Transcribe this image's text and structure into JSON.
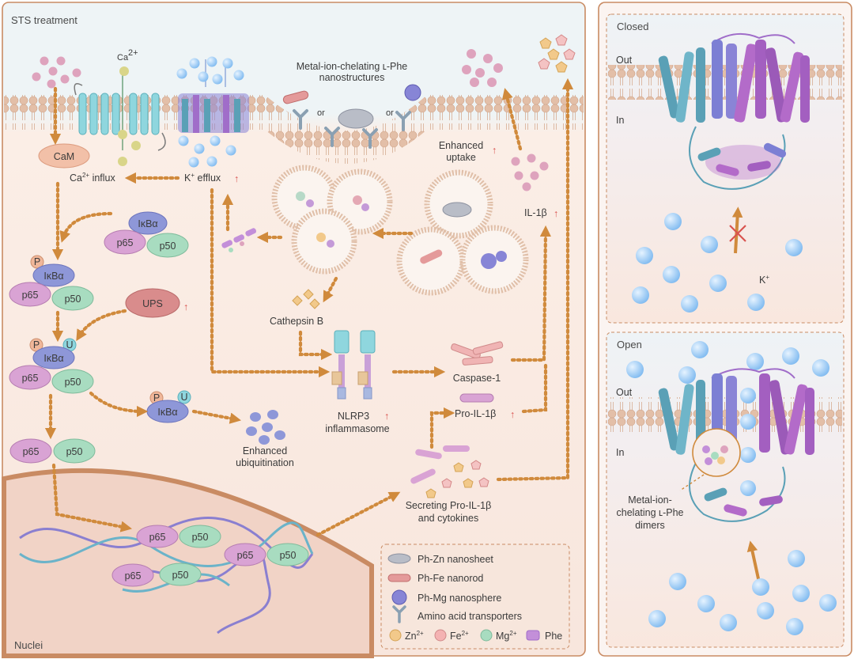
{
  "left_panel": {
    "title": "STS treatment",
    "nuclei_label": "Nuclei",
    "ca_label": "Ca",
    "ca_sup": "2+",
    "nanostructures_label_1": "Metal-ion-chelating ʟ-Phe",
    "nanostructures_label_2": "nanostructures",
    "or_1": "or",
    "or_2": "or",
    "cam_label": "CaM",
    "ca_influx_pre": "Ca",
    "ca_influx_sup": "2+",
    "ca_influx_post": " influx",
    "k_efflux_pre": "K",
    "k_efflux_sup": "+",
    "k_efflux_post": " efflux",
    "enhanced_uptake_1": "Enhanced",
    "enhanced_uptake_2": "uptake",
    "il1b_label": "IL-1β",
    "ikba": "IκBα",
    "p65": "p65",
    "p50": "p50",
    "p_mark": "P",
    "u_mark": "U",
    "ups_label": "UPS",
    "cathepsin_label": "Cathepsin B",
    "nlrp3_1": "NLRP3",
    "nlrp3_2": "inflammasome",
    "caspase_label": "Caspase-1",
    "pro_il1b_label": "Pro-IL-1β",
    "ubiq_1": "Enhanced",
    "ubiq_2": "ubiquitination",
    "secreting_1": "Secreting Pro-IL-1β",
    "secreting_2": "and cytokines",
    "up_arrow": "↑"
  },
  "legend": {
    "items": [
      {
        "label": "Ph-Zn nanosheet"
      },
      {
        "label": "Ph-Fe nanorod"
      },
      {
        "label": "Ph-Mg nanosphere"
      },
      {
        "label": "Amino acid transporters"
      }
    ],
    "ions": [
      {
        "pre": "Zn",
        "sup": "2+"
      },
      {
        "pre": "Fe",
        "sup": "2+"
      },
      {
        "pre": "Mg",
        "sup": "2+"
      },
      {
        "pre": "Phe",
        "sup": ""
      }
    ]
  },
  "closed_panel": {
    "title": "Closed",
    "out_label": "Out",
    "in_label": "In",
    "k_pre": "K",
    "k_sup": "+"
  },
  "open_panel": {
    "title": "Open",
    "out_label": "Out",
    "in_label": "In",
    "dimer_1": "Metal-ion-",
    "dimer_2": "chelating ʟ-Phe",
    "dimer_3": "dimers"
  },
  "colors": {
    "panel_border": "#c98b63",
    "arrow": "#d08a3c",
    "p65": "#d9a3d4",
    "p50": "#a8dcc0",
    "ikba": "#8e97d8",
    "ups": "#d98c8c",
    "lipid_head": "#e3bfa8",
    "k_ion": "#9fcdf5"
  }
}
